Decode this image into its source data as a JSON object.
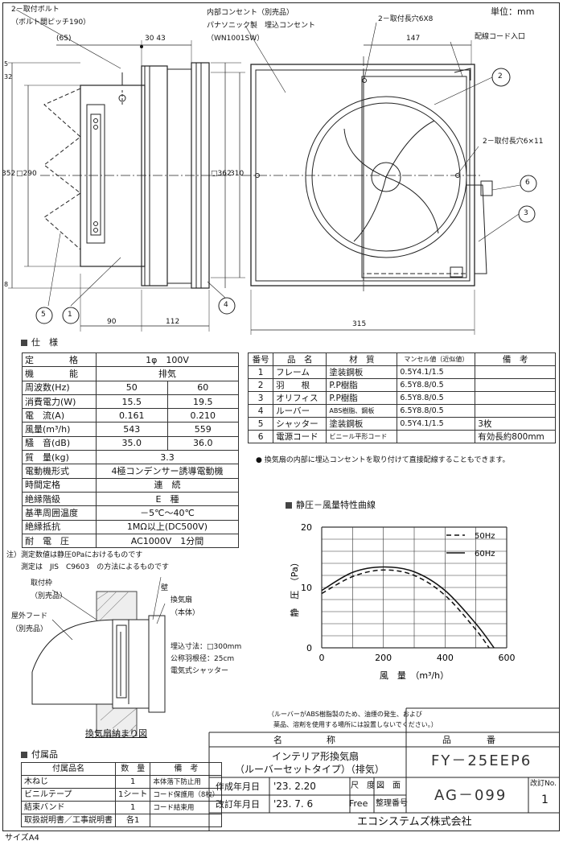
{
  "header": {
    "unit": "単位：mm"
  },
  "side_view": {
    "label_bolt": "2－取付ボルト",
    "label_bolt_pitch": "（ボルト間ピッチ190）",
    "dim_65": "(65)",
    "dim_30_43": "30 43",
    "dim_5": "5",
    "dim_32": "32",
    "dim_352": "352",
    "dim_290": "□290",
    "dim_362": "□362",
    "dim_310": "310",
    "dim_8": "8",
    "dim_90": "90",
    "dim_112": "112",
    "callout_5": "5",
    "callout_1": "1",
    "callout_4": "4"
  },
  "front_view": {
    "label_outlet": "内部コンセント（別売品）",
    "label_outlet_model": "パナソニック製　埋込コンセント",
    "label_outlet_code": "（WN1001SW）",
    "label_hole_6x8": "2－取付長穴6X8",
    "label_hole_6x11": "2－取付長穴6×11",
    "label_cord_entry": "配線コード入口",
    "dim_147": "147",
    "dim_315": "315",
    "callout_2": "2",
    "callout_3": "3",
    "callout_6": "6"
  },
  "spec": {
    "heading": "仕　様",
    "rows": [
      {
        "label": "定　　　　格",
        "v1": "1φ　100V",
        "v2": ""
      },
      {
        "label": "機　　　　能",
        "v1": "排気",
        "v2": ""
      },
      {
        "label": "周波数(Hz)",
        "v1": "50",
        "v2": "60"
      },
      {
        "label": "消費電力(W)",
        "v1": "15.5",
        "v2": "19.5"
      },
      {
        "label": "電　流(A)",
        "v1": "0.161",
        "v2": "0.210"
      },
      {
        "label": "風量(m³/h)",
        "v1": "543",
        "v2": "559"
      },
      {
        "label": "騒　音(dB)",
        "v1": "35.0",
        "v2": "36.0"
      },
      {
        "label": "質　量(kg)",
        "v1": "3.3",
        "v2": ""
      },
      {
        "label": "電動機形式",
        "v1": "4極コンデンサー誘導電動機",
        "v2": ""
      },
      {
        "label": "時間定格",
        "v1": "連　続",
        "v2": ""
      },
      {
        "label": "絶縁階級",
        "v1": "E　種",
        "v2": ""
      },
      {
        "label": "基準周囲温度",
        "v1": "－5℃～40℃",
        "v2": ""
      },
      {
        "label": "絶縁抵抗",
        "v1": "1MΩ以上(DC500V)",
        "v2": ""
      },
      {
        "label": "耐　電　圧",
        "v1": "AC1000V　1分間",
        "v2": ""
      }
    ],
    "note1": "注）測定数値は静圧0Paにおけるものです",
    "note2": "測定は　JIS　C9603　の方法によるものです"
  },
  "parts": {
    "headers": [
      "番号",
      "品　名",
      "材　質",
      "マンセル値（近似値）",
      "備　考"
    ],
    "rows": [
      [
        "1",
        "フレーム",
        "塗装鋼板",
        "0.5Y4.1/1.5",
        ""
      ],
      [
        "2",
        "羽　　根",
        "P.P樹脂",
        "6.5Y8.8/0.5",
        ""
      ],
      [
        "3",
        "オリフィス",
        "P.P樹脂",
        "6.5Y8.8/0.5",
        ""
      ],
      [
        "4",
        "ルーバー",
        "ABS樹脂、鋼板",
        "6.5Y8.8/0.5",
        ""
      ],
      [
        "5",
        "シャッター",
        "塗装鋼板",
        "0.5Y4.1/1.5",
        "3枚"
      ],
      [
        "6",
        "電源コード",
        "ビニール平形コード",
        "",
        "有効長約800mm"
      ]
    ],
    "note": "● 換気扇の内部に埋込コンセントを取り付けて直接配線することもできます。"
  },
  "chart_data": {
    "type": "line",
    "title": "静圧－風量特性曲線",
    "xlabel": "風　量　（m³/h）",
    "ylabel": "静　圧　（Pa）",
    "xlim": [
      0,
      600
    ],
    "ylim": [
      0,
      20
    ],
    "xticks": [
      "0",
      "200",
      "400",
      "600"
    ],
    "yticks": [
      "0",
      "10",
      "20"
    ],
    "grid": true,
    "legend": "top-right",
    "series": [
      {
        "name": "50Hz",
        "dash": true,
        "x": [
          0,
          100,
          200,
          300,
          400,
          500,
          543
        ],
        "y": [
          9.0,
          11.8,
          12.9,
          12.0,
          8.7,
          3.0,
          0
        ]
      },
      {
        "name": "60Hz",
        "dash": false,
        "x": [
          0,
          100,
          200,
          300,
          400,
          500,
          559
        ],
        "y": [
          9.5,
          12.5,
          13.4,
          12.6,
          9.5,
          4.0,
          0
        ]
      }
    ]
  },
  "install": {
    "label_frame": "取付枠",
    "label_frame_sub": "（別売品）",
    "label_wall": "壁",
    "label_fan": "換気扇",
    "label_fan_sub": "（本体）",
    "label_hood": "屋外フード",
    "label_hood_sub": "（別売品）",
    "size1": "埋込寸法：□300mm",
    "size2": "公称羽根径：25cm",
    "size3": "電気式シャッター",
    "caption": "換気扇納まり図"
  },
  "caution": {
    "line1": "（ルーバーがABS樹脂製のため、油煙の発生、および",
    "line2": "薬品、溶剤を使用する場所には設置しないでください。）"
  },
  "accessories": {
    "heading": "付属品",
    "headers": [
      "付属品名",
      "数　量",
      "備　考"
    ],
    "rows": [
      [
        "木ねじ",
        "1",
        "本体落下防止用"
      ],
      [
        "ビニルテープ",
        "1シート",
        "コード保護用（8枚）"
      ],
      [
        "結束バンド",
        "1",
        "コード結束用"
      ],
      [
        "取扱説明書／工事説明書",
        "各1",
        ""
      ]
    ]
  },
  "title_block": {
    "name_header": "名　　　　　称",
    "name_line1": "インテリア形換気扇",
    "name_line2": "（ルーバーセットタイプ）（排気）",
    "item_header": "品　　　　番",
    "item_no": "FY－25EEP6",
    "created_label": "作成年月日",
    "created_date": "'23. 2.20",
    "revised_label": "改訂年月日",
    "revised_date": "'23. 7. 6",
    "scale_label": "尺　度",
    "scale_value": "Free",
    "drawing_label": "図　面",
    "ref_label": "整理番号",
    "drawing_no": "AG－099",
    "rev_label": "改訂No.",
    "rev_no": "1",
    "company": "エコシステムズ株式会社"
  },
  "footer": {
    "size": "サイズA4"
  }
}
